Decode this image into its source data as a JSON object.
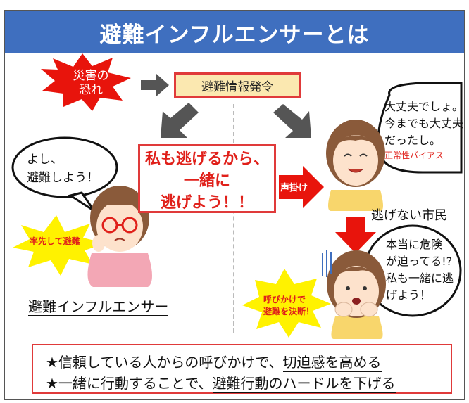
{
  "title": "避難インフルエンサーとは",
  "danger_burst": {
    "line1": "災害の",
    "line2": "恐れ"
  },
  "order_box": "避難情報発令",
  "left_bubble": {
    "line1": "よし、",
    "line2": "避難しよう！"
  },
  "message_box": {
    "line1": "私も逃げるから、",
    "line2": "一緒に",
    "line3": "逃げよう！！"
  },
  "call_arrow": "声掛け",
  "right_bubble_top": {
    "line1": "大丈夫でしょ。",
    "line2": "今までも大丈夫",
    "line3": "だったし。",
    "bias": "正常性バイアス"
  },
  "citizen_label": "逃げない市民",
  "right_bubble_bottom": {
    "line1": "本当に危険",
    "line2": "が迫ってる!?",
    "line3": "私も一緒に逃",
    "line4": "げよう！"
  },
  "left_burst": "率先して避難",
  "right_burst": {
    "line1": "呼びかけで",
    "line2": "避難を決断！"
  },
  "influencer_label": "避難インフルエンサー",
  "summary": {
    "line1_prefix": "★信頼している人からの呼びかけで、",
    "line1_emph": "切迫感を高める",
    "line2_prefix": "★一緒に行動することで、",
    "line2_emph": "避難行動のハードルを下げる"
  },
  "colors": {
    "header": "#3f6fbf",
    "accent_red": "#e03a3a",
    "order_fill": "#fbe8b0",
    "burst_yellow": "#fff200",
    "grey_arrow": "#555555"
  },
  "icons": [
    "danger-burst",
    "right-arrow",
    "down-arrow",
    "speech-bubble",
    "person-glasses",
    "person-woman",
    "person-worried"
  ]
}
